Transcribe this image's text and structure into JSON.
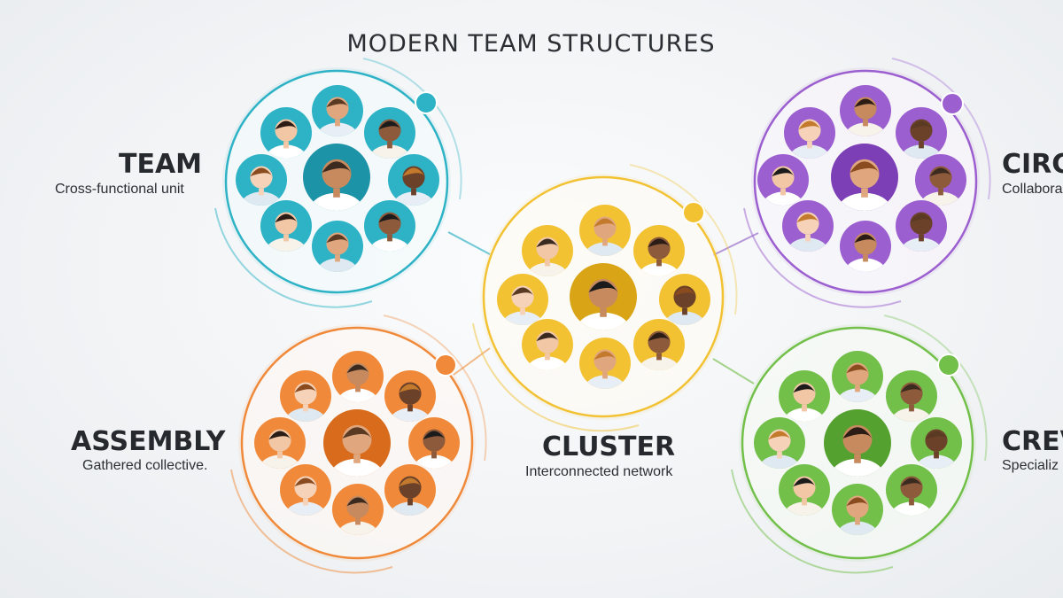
{
  "title": "MODERN TEAM STRUCTURES",
  "groups": [
    {
      "name": "TEAM",
      "subtitle": "Cross-functional unit",
      "color": "#2eb3c6",
      "color_dark": "#1c93a6"
    },
    {
      "name": "CIRC",
      "subtitle": "Collabora",
      "color": "#9c5fd0",
      "color_dark": "#7d3fb6"
    },
    {
      "name": "CLUSTER",
      "subtitle": "Interconnected network",
      "color": "#f2c233",
      "color_dark": "#d9a517"
    },
    {
      "name": "ASSEMBLY",
      "subtitle": "Gathered collective.",
      "color": "#f08a3a",
      "color_dark": "#d86c1c"
    },
    {
      "name": "CREV",
      "subtitle": "Specializ",
      "color": "#72bf4a",
      "color_dark": "#55a12f"
    }
  ],
  "icons": {
    "member": "person-avatar-icon",
    "status": "status-dot-icon"
  }
}
